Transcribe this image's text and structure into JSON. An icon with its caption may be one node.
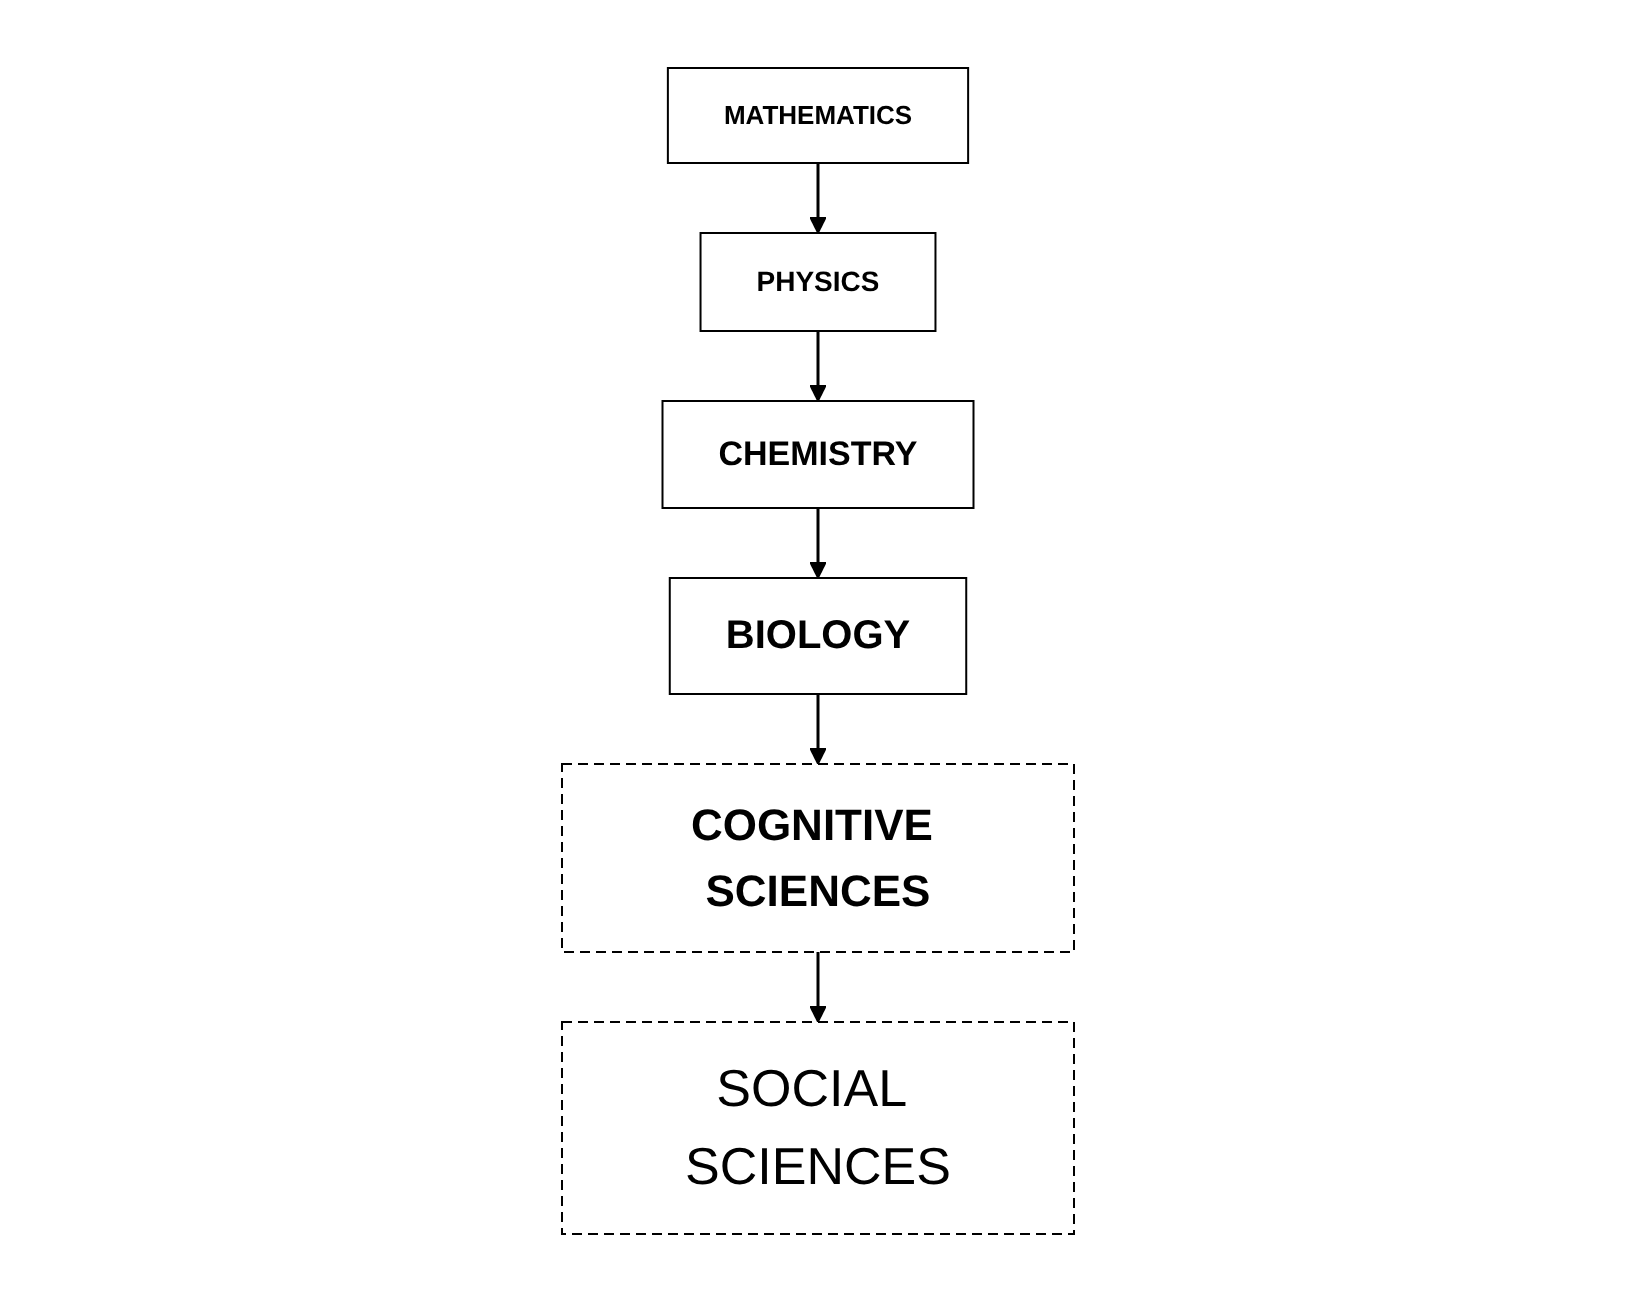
{
  "diagram": {
    "nodes": [
      {
        "text": [
          "MATHEMATICS"
        ]
      },
      {
        "text": [
          "PHYSICS"
        ]
      },
      {
        "text": [
          "CHEMISTRY"
        ]
      },
      {
        "text": [
          "BIOLOGY"
        ]
      },
      {
        "text": [
          "COGNITIVE SCIENCES"
        ]
      },
      {
        "text": [
          "SOCIAL SCIENCES"
        ]
      }
    ],
    "edges": [
      {
        "from": 0,
        "to": 1,
        "arrow": "to"
      },
      {
        "from": 1,
        "to": 2,
        "arrow": "to"
      },
      {
        "from": 2,
        "to": 3,
        "arrow": "to"
      },
      {
        "from": 3,
        "to": 4,
        "arrow": "to"
      },
      {
        "from": 4,
        "to": 5,
        "arrow": "to"
      }
    ]
  }
}
